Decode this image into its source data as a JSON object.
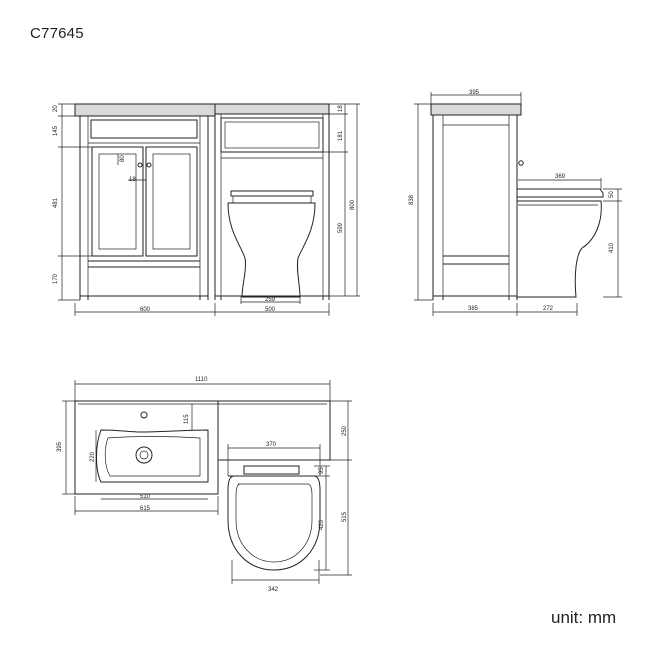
{
  "product_code": "C77645",
  "unit_label": "unit: mm",
  "front_view": {
    "top_thickness": "20",
    "drawer_height": "145",
    "door_height": "481",
    "plinth_height": "170",
    "handle_offset_v": "80",
    "handle_gap": "18",
    "vanity_width": "600",
    "toilet_unit_width": "500",
    "pan_width": "259",
    "toilet_unit_top": "18",
    "cistern_panel": "181",
    "pan_height": "599",
    "overall_height": "800"
  },
  "side_view": {
    "top_depth": "395",
    "overall_height": "838",
    "cabinet_depth": "385",
    "pan_projection": "272",
    "seat_length": "369",
    "seat_step": "50",
    "pan_height": "410"
  },
  "plan_view": {
    "overall_width": "1110",
    "depth": "395",
    "tap_offset": "115",
    "basin_depth": "220",
    "bowl_width": "510",
    "top_width": "615",
    "unit_depth_rear": "250",
    "seat_width": "370",
    "seat_hinge": "95",
    "seat_length": "420",
    "overall_projection": "515",
    "bowl_base": "342"
  }
}
